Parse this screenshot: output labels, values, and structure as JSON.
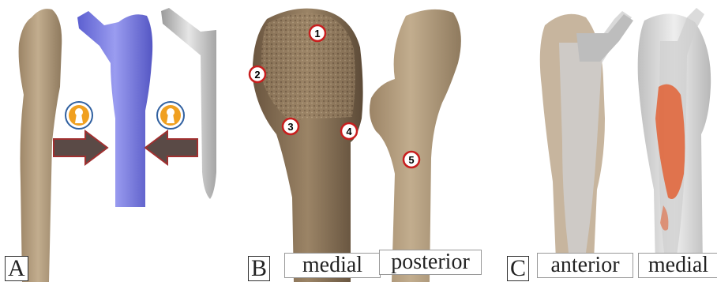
{
  "panels": {
    "a": {
      "letter": "A"
    },
    "b": {
      "letter": "B",
      "views": [
        "medial",
        "posterior"
      ]
    },
    "c": {
      "letter": "C",
      "views": [
        "anterior",
        "medial"
      ]
    }
  },
  "markers": [
    "1",
    "2",
    "3",
    "4",
    "5"
  ],
  "colors": {
    "bone": "#b09a7c",
    "bone_dark": "#6e5a44",
    "implant_scan": "#7d7fe0",
    "stem": "#c9c9c9",
    "arrow": "#5a4a46",
    "arrow_outline": "#a03030",
    "marker_ring": "#c81e1e",
    "lock_icon": "#f0a020",
    "stress_map": "#e25a2a"
  },
  "icons": [
    "keyhole-icon",
    "keyhole-icon",
    "right-arrow-icon",
    "left-arrow-icon"
  ]
}
